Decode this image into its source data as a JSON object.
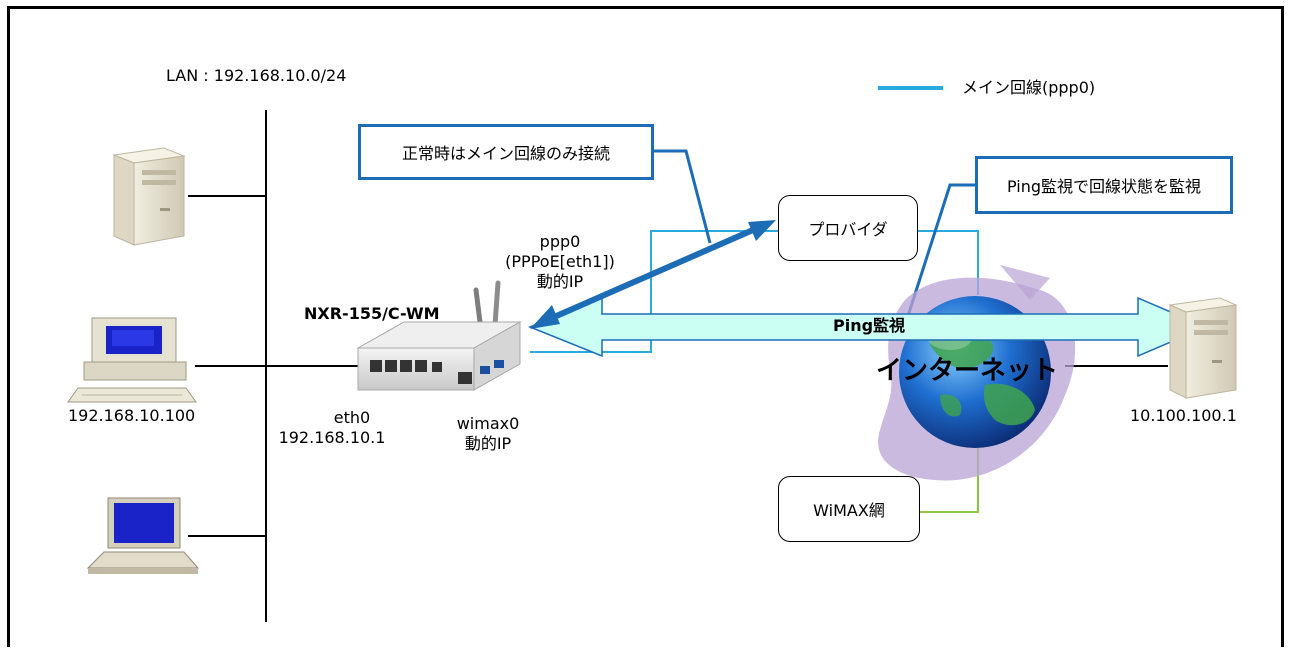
{
  "lan_label": "LAN : 192.168.10.0/24",
  "legend": {
    "label": "メイン回線(ppp0)",
    "color": "#29abe2"
  },
  "callouts": {
    "main_only": "正常時はメイン回線のみ接続",
    "ping_watch": "Ping監視で回線状態を監視"
  },
  "nodes": {
    "provider": "プロバイダ",
    "wimax_net": "WiMAX網",
    "internet": "インターネット"
  },
  "router": {
    "model": "NXR-155/C-WM",
    "ppp0": [
      "ppp0",
      "(PPPoE[eth1])",
      "動的IP"
    ],
    "eth0": [
      "eth0",
      "192.168.10.1"
    ],
    "wimax0": [
      "wimax0",
      "動的IP"
    ]
  },
  "hosts": {
    "pc_ip": "192.168.10.100",
    "server_ip": "10.100.100.1"
  },
  "ping_arrow_label": "Ping監視",
  "colors": {
    "note_border": "#1c6db6",
    "ping_fill": "#ccfff4",
    "ping_stroke": "#1c6db6",
    "wimax_line": "#8cc63f",
    "main_line": "#29abe2"
  }
}
